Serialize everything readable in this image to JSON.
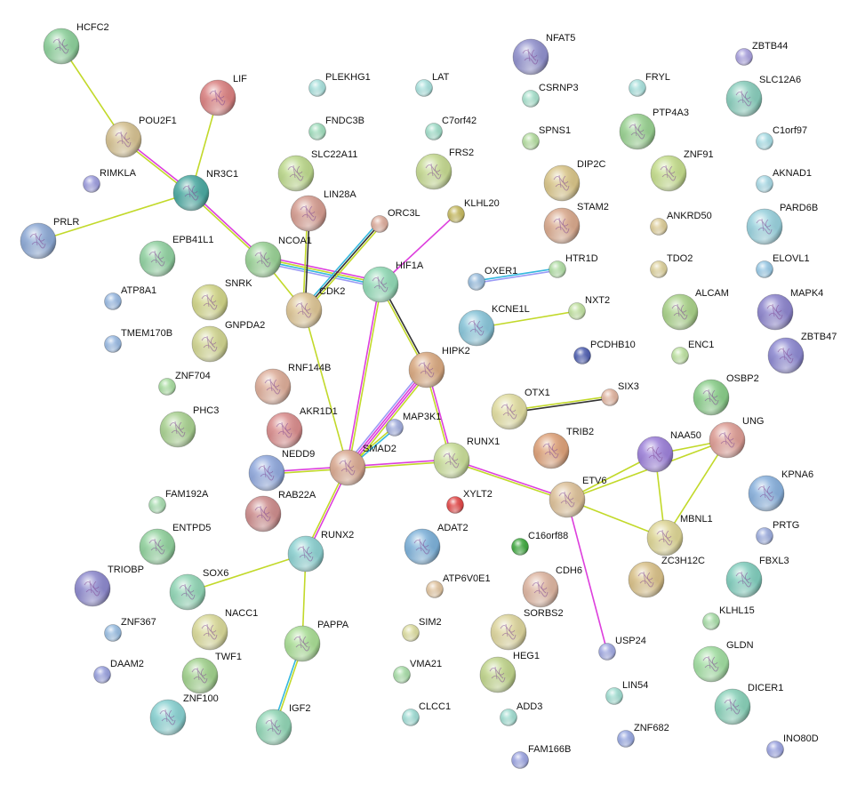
{
  "edge_colors": {
    "textmining": "#c2d92a",
    "experiments": "#dd3fdd",
    "coexpression": "#333333",
    "database": "#35b8de",
    "homology": "#9b9bf5"
  },
  "nodes": [
    {
      "label": "HCFC2",
      "color": "#8ccf9a",
      "structure": true
    },
    {
      "label": "LIF",
      "color": "#d98080",
      "structure": true
    },
    {
      "label": "PLEKHG1",
      "color": "#a8e0dc",
      "structure": false
    },
    {
      "label": "LAT",
      "color": "#a8e0dc",
      "structure": false
    },
    {
      "label": "NFAT5",
      "color": "#9090cc",
      "structure": true
    },
    {
      "label": "ZBTB44",
      "color": "#a8a0dc",
      "structure": false
    },
    {
      "label": "FRYL",
      "color": "#a8e0dc",
      "structure": false
    },
    {
      "label": "CSRNP3",
      "color": "#a8e0cc",
      "structure": false
    },
    {
      "label": "SLC12A6",
      "color": "#88ccbb",
      "structure": true
    },
    {
      "label": "POU2F1",
      "color": "#d4c090",
      "structure": true
    },
    {
      "label": "FNDC3B",
      "color": "#a0dcbc",
      "structure": false
    },
    {
      "label": "C7orf42",
      "color": "#a0dcc8",
      "structure": false
    },
    {
      "label": "PTP4A3",
      "color": "#98d090",
      "structure": true
    },
    {
      "label": "SPNS1",
      "color": "#b4dca0",
      "structure": false
    },
    {
      "label": "C1orf97",
      "color": "#a8dce4",
      "structure": false
    },
    {
      "label": "RIMKLA",
      "color": "#9c9cdc",
      "structure": false
    },
    {
      "label": "NR3C1",
      "color": "#4aa8a0",
      "structure": true
    },
    {
      "label": "SLC22A11",
      "color": "#bcd88c",
      "structure": true
    },
    {
      "label": "FRS2",
      "color": "#c4d890",
      "structure": true
    },
    {
      "label": "DIP2C",
      "color": "#d8c488",
      "structure": true
    },
    {
      "label": "ZNF91",
      "color": "#c4dc8c",
      "structure": true
    },
    {
      "label": "AKNAD1",
      "color": "#a8d8e4",
      "structure": false
    },
    {
      "label": "LIN28A",
      "color": "#d49c90",
      "structure": true
    },
    {
      "label": "KLHL20",
      "color": "#c4b860",
      "structure": false
    },
    {
      "label": "ORC3L",
      "color": "#dcac9c",
      "structure": false
    },
    {
      "label": "STAM2",
      "color": "#d8a88c",
      "structure": true
    },
    {
      "label": "ANKRD50",
      "color": "#dccc98",
      "structure": false
    },
    {
      "label": "PARD6B",
      "color": "#98d0dc",
      "structure": true
    },
    {
      "label": "PRLR",
      "color": "#8ca8d4",
      "structure": true
    },
    {
      "label": "EPB41L1",
      "color": "#90d0a0",
      "structure": true
    },
    {
      "label": "NCOA1",
      "color": "#98d094",
      "structure": true
    },
    {
      "label": "HIF1A",
      "color": "#90d8b4",
      "structure": true
    },
    {
      "label": "HTR1D",
      "color": "#b0dca4",
      "structure": false
    },
    {
      "label": "OXER1",
      "color": "#98bcdc",
      "structure": false
    },
    {
      "label": "TDO2",
      "color": "#dcd09c",
      "structure": false
    },
    {
      "label": "ELOVL1",
      "color": "#98c8e4",
      "structure": false
    },
    {
      "label": "ATP8A1",
      "color": "#98b8e0",
      "structure": false
    },
    {
      "label": "SNRK",
      "color": "#d0d488",
      "structure": true
    },
    {
      "label": "CDK2",
      "color": "#dcc494",
      "structure": true
    },
    {
      "label": "KCNE1L",
      "color": "#88c4d8",
      "structure": true
    },
    {
      "label": "NXT2",
      "color": "#c0e0a0",
      "structure": false
    },
    {
      "label": "ALCAM",
      "color": "#a8d088",
      "structure": true
    },
    {
      "label": "MAPK4",
      "color": "#8c84cc",
      "structure": true
    },
    {
      "label": "TMEM170B",
      "color": "#98b8e0",
      "structure": false
    },
    {
      "label": "GNPDA2",
      "color": "#d0d490",
      "structure": true
    },
    {
      "label": "HIPK2",
      "color": "#d8a880",
      "structure": true
    },
    {
      "label": "PCDHB10",
      "color": "#5060b0",
      "structure": false
    },
    {
      "label": "ENC1",
      "color": "#bce0a0",
      "structure": false
    },
    {
      "label": "ZBTB47",
      "color": "#8c88d0",
      "structure": true
    },
    {
      "label": "ZNF704",
      "color": "#a8dca0",
      "structure": false
    },
    {
      "label": "RNF144B",
      "color": "#dcac98",
      "structure": true
    },
    {
      "label": "SIX3",
      "color": "#e0b4a0",
      "structure": false
    },
    {
      "label": "OSBP2",
      "color": "#88cc88",
      "structure": true
    },
    {
      "label": "OTX1",
      "color": "#e0dca0",
      "structure": true
    },
    {
      "label": "MAP3K1",
      "color": "#a0acdc",
      "structure": false
    },
    {
      "label": "AKR1D1",
      "color": "#d88c8c",
      "structure": true
    },
    {
      "label": "PHC3",
      "color": "#a8d090",
      "structure": true
    },
    {
      "label": "UNG",
      "color": "#dc9c94",
      "structure": true
    },
    {
      "label": "TRIB2",
      "color": "#dca078",
      "structure": true
    },
    {
      "label": "NAA50",
      "color": "#9c80d8",
      "structure": true
    },
    {
      "label": "RUNX1",
      "color": "#c8dc98",
      "structure": true
    },
    {
      "label": "SMAD2",
      "color": "#d8a890",
      "structure": true
    },
    {
      "label": "NEDD9",
      "color": "#90a8dc",
      "structure": true
    },
    {
      "label": "KPNA6",
      "color": "#88b0dc",
      "structure": true
    },
    {
      "label": "ETV6",
      "color": "#dcc098",
      "structure": true
    },
    {
      "label": "XYLT2",
      "color": "#e04848",
      "structure": false
    },
    {
      "label": "FAM192A",
      "color": "#a8dcb0",
      "structure": false
    },
    {
      "label": "RAB22A",
      "color": "#cc8c8c",
      "structure": true
    },
    {
      "label": "ENTPD5",
      "color": "#90d09c",
      "structure": true
    },
    {
      "label": "ADAT2",
      "color": "#7cb0d8",
      "structure": true
    },
    {
      "label": "C16orf88",
      "color": "#40a840",
      "structure": false
    },
    {
      "label": "MBNL1",
      "color": "#dcd494",
      "structure": true
    },
    {
      "label": "PRTG",
      "color": "#9cacdc",
      "structure": false
    },
    {
      "label": "RUNX2",
      "color": "#8cd0d0",
      "structure": true
    },
    {
      "label": "FBXL3",
      "color": "#80ccbc",
      "structure": true
    },
    {
      "label": "ZC3H12C",
      "color": "#d8c088",
      "structure": true
    },
    {
      "label": "TRIOBP",
      "color": "#8c88cc",
      "structure": true
    },
    {
      "label": "SOX6",
      "color": "#90d4b4",
      "structure": true
    },
    {
      "label": "ATP6V0E1",
      "color": "#e0c4a0",
      "structure": false
    },
    {
      "label": "CDH6",
      "color": "#dcb4a0",
      "structure": true
    },
    {
      "label": "KLHL15",
      "color": "#a8dca8",
      "structure": false
    },
    {
      "label": "ZNF367",
      "color": "#98bce0",
      "structure": false
    },
    {
      "label": "NACC1",
      "color": "#d8d898",
      "structure": true
    },
    {
      "label": "SIM2",
      "color": "#dcdca0",
      "structure": false
    },
    {
      "label": "SORBS2",
      "color": "#dcd49c",
      "structure": true
    },
    {
      "label": "PAPPA",
      "color": "#a8dc94",
      "structure": true
    },
    {
      "label": "USP24",
      "color": "#a0a8e0",
      "structure": false
    },
    {
      "label": "GLDN",
      "color": "#a0dca0",
      "structure": true
    },
    {
      "label": "DAAM2",
      "color": "#98a0dc",
      "structure": false
    },
    {
      "label": "TWF1",
      "color": "#a0d08c",
      "structure": true
    },
    {
      "label": "VMA21",
      "color": "#a8dca8",
      "structure": false
    },
    {
      "label": "HEG1",
      "color": "#c0d48c",
      "structure": true
    },
    {
      "label": "LIN54",
      "color": "#a0dcd0",
      "structure": false
    },
    {
      "label": "DICER1",
      "color": "#88d0b8",
      "structure": true
    },
    {
      "label": "ZNF100",
      "color": "#88d0d0",
      "structure": true
    },
    {
      "label": "CLCC1",
      "color": "#a0dcd4",
      "structure": false
    },
    {
      "label": "ADD3",
      "color": "#a0dcd0",
      "structure": false
    },
    {
      "label": "IGF2",
      "color": "#90d4b4",
      "structure": true
    },
    {
      "label": "ZNF682",
      "color": "#98a8e0",
      "structure": false
    },
    {
      "label": "INO80D",
      "color": "#9ca4e0",
      "structure": false
    },
    {
      "label": "FAM166B",
      "color": "#9ca4e0",
      "structure": false
    }
  ],
  "edges": [
    {
      "source": "HCFC2",
      "target": "POU2F1",
      "types": [
        "textmining"
      ]
    },
    {
      "source": "POU2F1",
      "target": "NR3C1",
      "types": [
        "experiments",
        "textmining"
      ]
    },
    {
      "source": "LIF",
      "target": "NR3C1",
      "types": [
        "textmining"
      ]
    },
    {
      "source": "PRLR",
      "target": "NR3C1",
      "types": [
        "textmining"
      ]
    },
    {
      "source": "NR3C1",
      "target": "NCOA1",
      "types": [
        "experiments",
        "textmining"
      ]
    },
    {
      "source": "NCOA1",
      "target": "CDK2",
      "types": [
        "textmining"
      ]
    },
    {
      "source": "NCOA1",
      "target": "HIF1A",
      "types": [
        "experiments",
        "textmining",
        "database",
        "homology"
      ]
    },
    {
      "source": "LIN28A",
      "target": "CDK2",
      "types": [
        "coexpression",
        "textmining"
      ]
    },
    {
      "source": "ORC3L",
      "target": "CDK2",
      "types": [
        "textmining",
        "coexpression",
        "database"
      ]
    },
    {
      "source": "CDK2",
      "target": "SMAD2",
      "types": [
        "textmining"
      ]
    },
    {
      "source": "KLHL20",
      "target": "HIF1A",
      "types": [
        "experiments"
      ]
    },
    {
      "source": "HIF1A",
      "target": "SMAD2",
      "types": [
        "textmining",
        "experiments"
      ]
    },
    {
      "source": "HIF1A",
      "target": "HIPK2",
      "types": [
        "coexpression",
        "textmining"
      ]
    },
    {
      "source": "HIPK2",
      "target": "SMAD2",
      "types": [
        "textmining",
        "experiments",
        "experiments",
        "homology"
      ]
    },
    {
      "source": "MAP3K1",
      "target": "SMAD2",
      "types": [
        "database",
        "textmining"
      ]
    },
    {
      "source": "HIPK2",
      "target": "RUNX1",
      "types": [
        "experiments",
        "textmining"
      ]
    },
    {
      "source": "SMAD2",
      "target": "RUNX1",
      "types": [
        "experiments",
        "textmining"
      ]
    },
    {
      "source": "NEDD9",
      "target": "SMAD2",
      "types": [
        "experiments",
        "textmining"
      ]
    },
    {
      "source": "SMAD2",
      "target": "RUNX2",
      "types": [
        "experiments",
        "textmining"
      ]
    },
    {
      "source": "RUNX1",
      "target": "ETV6",
      "types": [
        "experiments",
        "textmining"
      ]
    },
    {
      "source": "ETV6",
      "target": "NAA50",
      "types": [
        "textmining"
      ]
    },
    {
      "source": "ETV6",
      "target": "UNG",
      "types": [
        "textmining"
      ]
    },
    {
      "source": "ETV6",
      "target": "MBNL1",
      "types": [
        "textmining"
      ]
    },
    {
      "source": "NAA50",
      "target": "UNG",
      "types": [
        "textmining"
      ]
    },
    {
      "source": "NAA50",
      "target": "MBNL1",
      "types": [
        "textmining"
      ]
    },
    {
      "source": "UNG",
      "target": "MBNL1",
      "types": [
        "textmining"
      ]
    },
    {
      "source": "ETV6",
      "target": "USP24",
      "types": [
        "experiments"
      ]
    },
    {
      "source": "RUNX2",
      "target": "SOX6",
      "types": [
        "textmining"
      ]
    },
    {
      "source": "RUNX2",
      "target": "PAPPA",
      "types": [
        "textmining"
      ]
    },
    {
      "source": "PAPPA",
      "target": "IGF2",
      "types": [
        "textmining",
        "database"
      ]
    },
    {
      "source": "OXER1",
      "target": "HTR1D",
      "types": [
        "database",
        "homology"
      ]
    },
    {
      "source": "KCNE1L",
      "target": "NXT2",
      "types": [
        "textmining"
      ]
    },
    {
      "source": "OTX1",
      "target": "SIX3",
      "types": [
        "textmining",
        "coexpression"
      ]
    }
  ]
}
